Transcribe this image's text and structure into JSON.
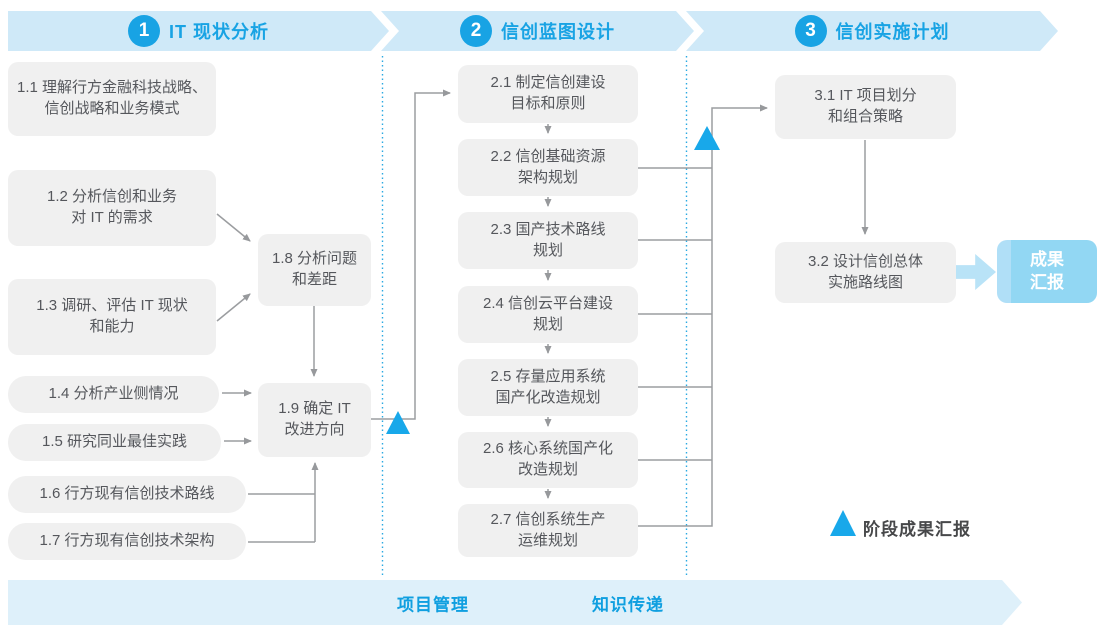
{
  "phases": [
    {
      "number": "1",
      "title": "IT 现状分析"
    },
    {
      "number": "2",
      "title": "信创蓝图设计"
    },
    {
      "number": "3",
      "title": "信创实施计划"
    }
  ],
  "phase1_boxes": [
    {
      "label": "1.1 理解行方金融科技战略、\n信创战略和业务模式"
    },
    {
      "label": "1.2 分析信创和业务\n对 IT 的需求"
    },
    {
      "label": "1.3 调研、评估 IT 现状\n和能力"
    },
    {
      "label": "1.4 分析产业侧情况"
    },
    {
      "label": "1.5 研究同业最佳实践"
    },
    {
      "label": "1.6 行方现有信创技术路线"
    },
    {
      "label": "1.7 行方现有信创技术架构"
    },
    {
      "label": "1.8 分析问题\n和差距"
    },
    {
      "label": "1.9 确定 IT\n改进方向"
    }
  ],
  "phase2_boxes": [
    {
      "label": "2.1 制定信创建设\n目标和原则"
    },
    {
      "label": "2.2 信创基础资源\n架构规划"
    },
    {
      "label": "2.3 国产技术路线\n规划"
    },
    {
      "label": "2.4 信创云平台建设\n规划"
    },
    {
      "label": "2.5 存量应用系统\n国产化改造规划"
    },
    {
      "label": "2.6 核心系统国产化\n改造规划"
    },
    {
      "label": "2.7 信创系统生产\n运维规划"
    }
  ],
  "phase3_boxes": [
    {
      "label": "3.1 IT 项目划分\n和组合策略"
    },
    {
      "label": "3.2 设计信创总体\n实施路线图"
    }
  ],
  "deliverable_box": {
    "label": "成果\n汇报"
  },
  "legend": {
    "label": "阶段成果汇报"
  },
  "bottom_banner": {
    "items": [
      {
        "label": "项目管理"
      },
      {
        "label": "知识传递"
      }
    ]
  },
  "colors": {
    "accent_blue": "#18a3e4",
    "banner_fill": "#cfe9f8",
    "bottom_banner_fill": "#def0fa",
    "node_fill": "#f0f0f0",
    "node_text": "#55575c",
    "connector_gray": "#9b9da0",
    "milestone_blue": "#18a8ea",
    "deliverable_fill": "#92d7f3",
    "deliverable_text": "#ffffff"
  }
}
